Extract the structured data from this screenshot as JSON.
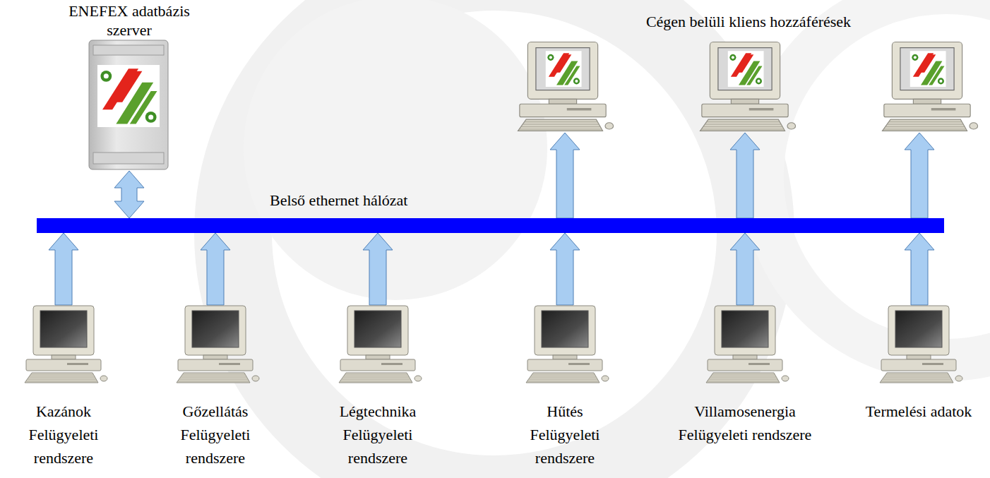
{
  "diagram": {
    "nodes": [
      {
        "text": [
          "ENEFEX adatbázis szerver"
        ]
      },
      {
        "text": [
          "Cégen belüli kliens hozzáférések"
        ]
      },
      {
        "text": [
          "Belső ethernet hálózat"
        ]
      },
      {
        "text": [
          "Kazánok Felügyeleti rendszere"
        ]
      },
      {
        "text": [
          "Gőzellátás Felügyeleti rendszere"
        ]
      },
      {
        "text": [
          "Légtechnika Felügyeleti rendszere"
        ]
      },
      {
        "text": [
          "Hűtés Felügyeleti rendszere"
        ]
      },
      {
        "text": [
          "Villamosenergia Felügyeleti rendszere"
        ]
      },
      {
        "text": [
          "Termelési adatok"
        ]
      }
    ],
    "edges": [
      {
        "from": 2,
        "to": 0,
        "arrow": "both"
      },
      {
        "from": 3,
        "to": 2,
        "arrow": "to"
      },
      {
        "from": 4,
        "to": 2,
        "arrow": "to"
      },
      {
        "from": 5,
        "to": 2,
        "arrow": "to"
      },
      {
        "from": 6,
        "to": 2,
        "arrow": "to"
      },
      {
        "from": 7,
        "to": 2,
        "arrow": "to"
      },
      {
        "from": 8,
        "to": 2,
        "arrow": "to"
      },
      {
        "from": 2,
        "to": 1,
        "arrow": "to"
      },
      {
        "from": 2,
        "to": 1,
        "arrow": "to"
      },
      {
        "from": 2,
        "to": 1,
        "arrow": "to"
      }
    ]
  }
}
